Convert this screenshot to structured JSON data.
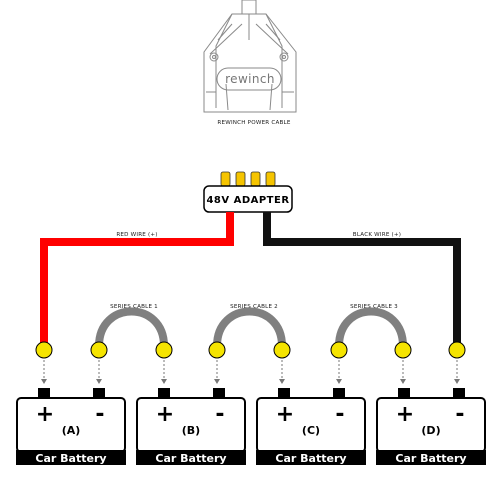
{
  "device": {
    "logo_text": "rewinch",
    "caption": "REWINCH POWER CABLE"
  },
  "adapter": {
    "label": "48V ADAPTER"
  },
  "wires": {
    "red_label": "RED WIRE (+)",
    "black_label": "BLACK WIRE (+)",
    "colors": {
      "red": "#ff0000",
      "black": "#111111",
      "series": "#808080",
      "connector": "#f5e400"
    }
  },
  "series_cables": [
    {
      "label": "SERIES CABLE 1"
    },
    {
      "label": "SERIES CABLE 2"
    },
    {
      "label": "SERIES CABLE 3"
    }
  ],
  "batteries": [
    {
      "letter": "(A)",
      "plus": "+",
      "minus": "-",
      "label": "Car Battery"
    },
    {
      "letter": "(B)",
      "plus": "+",
      "minus": "-",
      "label": "Car Battery"
    },
    {
      "letter": "(C)",
      "plus": "+",
      "minus": "-",
      "label": "Car Battery"
    },
    {
      "letter": "(D)",
      "plus": "+",
      "minus": "-",
      "label": "Car Battery"
    }
  ]
}
